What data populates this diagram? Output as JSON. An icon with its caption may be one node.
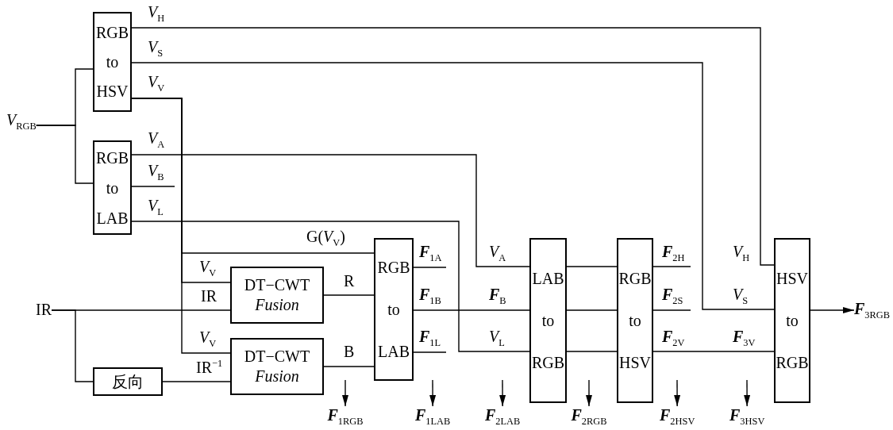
{
  "diagram": {
    "nodes": [
      {
        "text": [
          "*V*$_{RGB}$"
        ]
      },
      {
        "text": [
          "RGB to HSV"
        ]
      },
      {
        "text": [
          "RGB to LAB"
        ]
      },
      {
        "text": [
          "IR"
        ]
      },
      {
        "text": [
          "DT−CWT",
          "Fusion"
        ]
      },
      {
        "text": [
          "DT−CWT",
          "Fusion"
        ]
      },
      {
        "text": [
          "反向"
        ]
      },
      {
        "text": [
          "RGB to LAB"
        ]
      },
      {
        "text": [
          "LAB to RGB"
        ]
      },
      {
        "text": [
          "RGB to HSV"
        ]
      },
      {
        "text": [
          "HSV to RGB"
        ]
      },
      {
        "text": [
          "**F**$_{3RGB}$"
        ]
      },
      {
        "text": [
          "**F**$_{1RGB}$"
        ]
      },
      {
        "text": [
          "**F**$_{1LAB}$"
        ]
      },
      {
        "text": [
          "**F**$_{2LAB}$"
        ]
      },
      {
        "text": [
          "**F**$_{2RGB}$"
        ]
      },
      {
        "text": [
          "**F**$_{2HSV}$"
        ]
      },
      {
        "text": [
          "**F**$_{3HSV}$"
        ]
      }
    ],
    "edges": [
      {
        "from": 0,
        "to": 1,
        "arrow": "none"
      },
      {
        "from": 0,
        "to": 2,
        "arrow": "none"
      },
      {
        "from": 1,
        "to": 10,
        "arrow": "none",
        "label": "*V*$_{H}$"
      },
      {
        "from": 1,
        "to": 10,
        "arrow": "none",
        "label": "*V*$_{S}$"
      },
      {
        "from": 1,
        "to": 7,
        "arrow": "none",
        "label": "G(*V*$_{V}$)"
      },
      {
        "from": 1,
        "to": 4,
        "arrow": "none",
        "label": "*V*$_{V}$"
      },
      {
        "from": 1,
        "to": 5,
        "arrow": "none",
        "label": "*V*$_{V}$"
      },
      {
        "from": 2,
        "to": 8,
        "arrow": "none",
        "label": "*V*$_{A}$"
      },
      {
        "from": 2,
        "to": null,
        "arrow": "none",
        "label": "*V*$_{B}$"
      },
      {
        "from": 2,
        "to": 8,
        "arrow": "none",
        "label": "*V*$_{L}$"
      },
      {
        "from": 3,
        "to": 4,
        "arrow": "none",
        "label": "IR"
      },
      {
        "from": 3,
        "to": 6,
        "arrow": "none"
      },
      {
        "from": 6,
        "to": 5,
        "arrow": "none",
        "label": "IR$^{−1}$"
      },
      {
        "from": 4,
        "to": 7,
        "arrow": "none",
        "label": "R"
      },
      {
        "from": 5,
        "to": 7,
        "arrow": "none",
        "label": "B"
      },
      {
        "from": 7,
        "to": null,
        "arrow": "none",
        "label": "**F**$_{1A}$"
      },
      {
        "from": 7,
        "to": 8,
        "arrow": "none",
        "label": "**F**$_{1B}$"
      },
      {
        "from": 7,
        "to": null,
        "arrow": "none",
        "label": "**F**$_{1L}$"
      },
      {
        "from": 8,
        "to": 9,
        "arrow": "none"
      },
      {
        "from": 8,
        "to": 9,
        "arrow": "none"
      },
      {
        "from": 8,
        "to": 9,
        "arrow": "none"
      },
      {
        "from": 9,
        "to": null,
        "arrow": "none",
        "label": "**F**$_{2H}$"
      },
      {
        "from": 9,
        "to": null,
        "arrow": "none",
        "label": "**F**$_{2S}$"
      },
      {
        "from": 9,
        "to": 10,
        "arrow": "none",
        "label": "**F**$_{2V}$"
      },
      {
        "from": 10,
        "to": 11,
        "arrow": "to"
      },
      {
        "from": null,
        "to": 12,
        "arrow": "to"
      },
      {
        "from": null,
        "to": 13,
        "arrow": "to"
      },
      {
        "from": null,
        "to": 14,
        "arrow": "to"
      },
      {
        "from": null,
        "to": 15,
        "arrow": "to"
      },
      {
        "from": null,
        "to": 16,
        "arrow": "to"
      },
      {
        "from": null,
        "to": 17,
        "arrow": "to"
      }
    ],
    "labels": [
      "*V*$_{V}$",
      "*V*$_{A}$",
      "**F**$_{B}$",
      "*V*$_{L}$",
      "*V*$_{H}$",
      "*V*$_{S}$",
      "**F**$_{3V}$"
    ]
  }
}
